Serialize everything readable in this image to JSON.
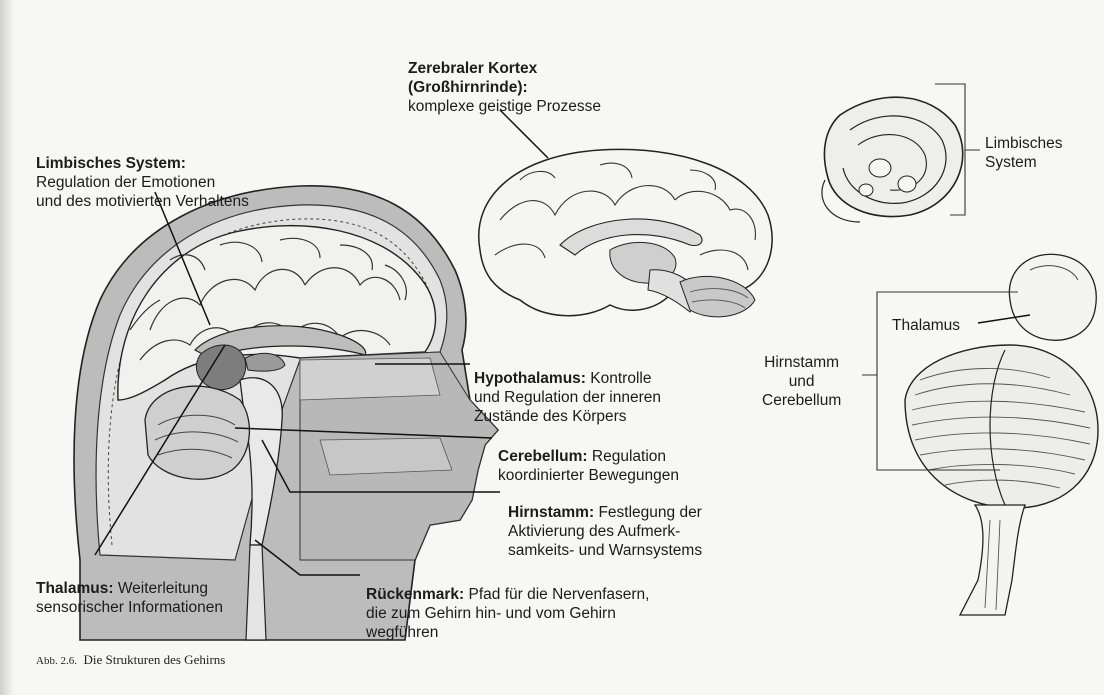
{
  "labels": {
    "kortex": {
      "title": "Zerebraler Kortex\n(Großhirnrinde):",
      "desc": "komplexe geistige Prozesse"
    },
    "limbisch_main": {
      "title": "Limbisches System:",
      "desc": "Regulation der Emotionen\nund des motivierten Verhaltens"
    },
    "limbisch_side": "Limbisches\nSystem",
    "thalamus_side": "Thalamus",
    "hirnstamm_side": "Hirnstamm\nund\nCerebellum",
    "hypothalamus": {
      "title": "Hypothalamus:",
      "desc": " Kontrolle\nund Regulation der inneren\nZustände des Körpers"
    },
    "cerebellum": {
      "title": "Cerebellum:",
      "desc": " Regulation\nkoordinierter Bewegungen"
    },
    "hirnstamm": {
      "title": "Hirnstamm:",
      "desc": " Festlegung der\nAktivierung des Aufmerk-\nsamkeits- und Warnsystems"
    },
    "thalamus": {
      "title": "Thalamus:",
      "desc": " Weiterleitung\nsensorischer Informationen"
    },
    "rueckenmark": {
      "title": "Rückenmark:",
      "desc": " Pfad für die Nervenfasern,\ndie zum Gehirn hin- und vom Gehirn\nwegführen"
    }
  },
  "caption": {
    "number": "Abb. 2.6.",
    "text": "Die Strukturen des Gehirns"
  },
  "colors": {
    "ink": "#1a1a1a",
    "tissue": "#a9a9a9",
    "light_tissue": "#d4d4d4",
    "paper": "#f7f7f5"
  }
}
